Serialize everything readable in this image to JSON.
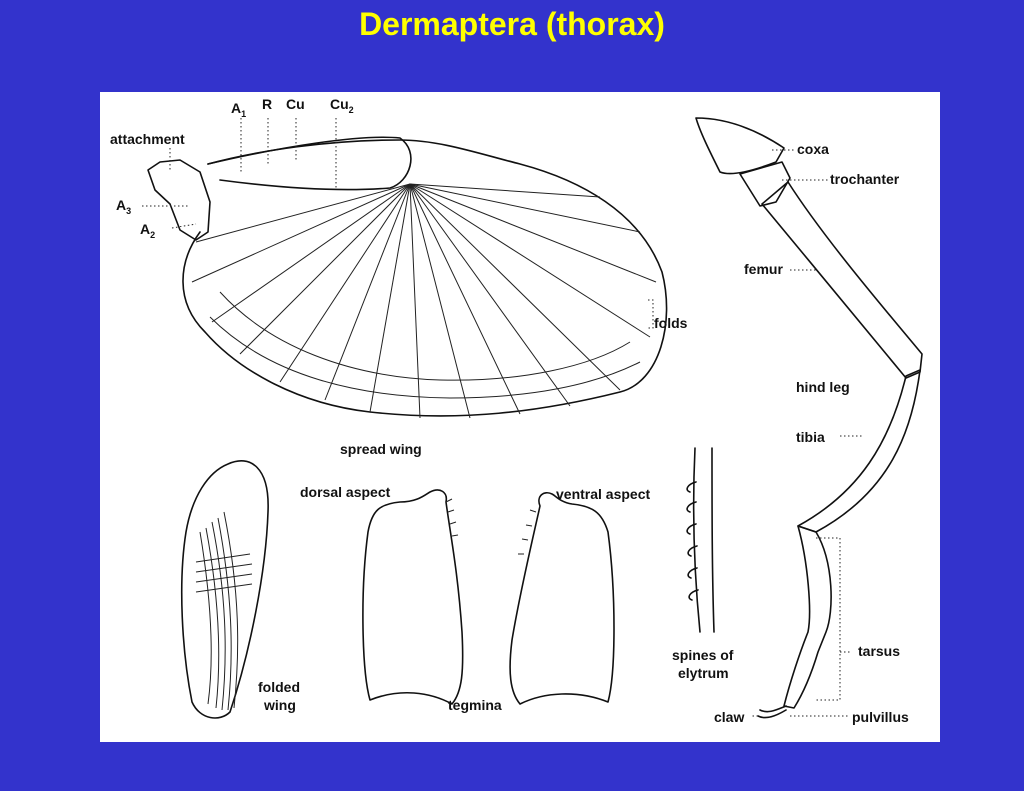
{
  "title": "Dermaptera (thorax)",
  "colors": {
    "background": "#3333cc",
    "title": "#ffff00",
    "panel": "#ffffff",
    "ink": "#111111"
  },
  "labels": {
    "a1": "A",
    "a1_sub": "1",
    "r": "R",
    "cu": "Cu",
    "cu2": "Cu",
    "cu2_sub": "2",
    "attachment": "attachment",
    "a3": "A",
    "a3_sub": "3",
    "a2": "A",
    "a2_sub": "2",
    "folds": "folds",
    "spread_wing": "spread  wing",
    "dorsal_aspect": "dorsal  aspect",
    "ventral_aspect": "ventral  aspect",
    "folded_wing_1": "folded",
    "folded_wing_2": "wing",
    "tegmina": "tegmina",
    "spines_1": "spines of",
    "spines_2": "elytrum",
    "coxa": "coxa",
    "trochanter": "trochanter",
    "femur": "femur",
    "hind_leg": "hind  leg",
    "tibia": "tibia",
    "tarsus": "tarsus",
    "claw": "claw",
    "pulvillus": "pulvillus"
  }
}
